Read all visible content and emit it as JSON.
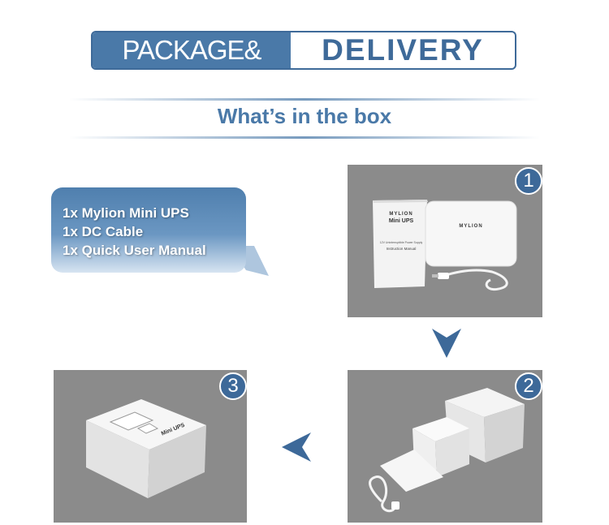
{
  "banner": {
    "left_text": "PACKAGE&",
    "right_text": "DELIVERY"
  },
  "subtitle": "What’s in the box",
  "contents": {
    "items": [
      "1x Mylion Mini UPS",
      "1x DC Cable",
      "1x Quick User Manual"
    ]
  },
  "steps": [
    {
      "number": "1",
      "manual_brand": "MYLION",
      "manual_title": "Mini UPS",
      "manual_sub1": "12V Uninterruptible Power Supply",
      "manual_sub2": "Instruction Manual",
      "device_logo": "MYLION"
    },
    {
      "number": "2"
    },
    {
      "number": "3",
      "box_label": "Mini UPS"
    }
  ],
  "colors": {
    "brand_blue": "#4a79a8",
    "dark_blue": "#3d6999",
    "photo_bg": "#8b8b8b"
  },
  "icons": {
    "down_arrow": "chevron-down-icon",
    "left_arrow": "chevron-left-icon"
  }
}
